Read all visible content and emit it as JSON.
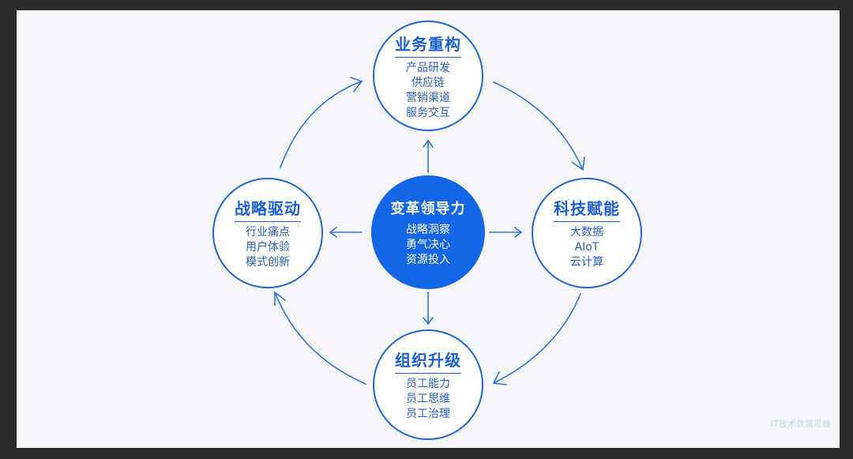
{
  "center": {
    "title": "变革领导力",
    "items": [
      "战略洞察",
      "勇气决心",
      "资源投入"
    ]
  },
  "top": {
    "title": "业务重构",
    "items": [
      "产品研发",
      "供应链",
      "营销渠道",
      "服务交互"
    ]
  },
  "right": {
    "title": "科技赋能",
    "items": [
      "大数据",
      "AIoT",
      "云计算"
    ]
  },
  "bottom": {
    "title": "组织升级",
    "items": [
      "员工能力",
      "员工思维",
      "员工治理"
    ]
  },
  "left": {
    "title": "战略驱动",
    "items": [
      "行业痛点",
      "用户体验",
      "模式创新"
    ]
  },
  "watermark": "IT技术数据思维",
  "colors": {
    "accent": "#1466e6",
    "line": "#2f74e0",
    "background": "#f4f6f9"
  }
}
